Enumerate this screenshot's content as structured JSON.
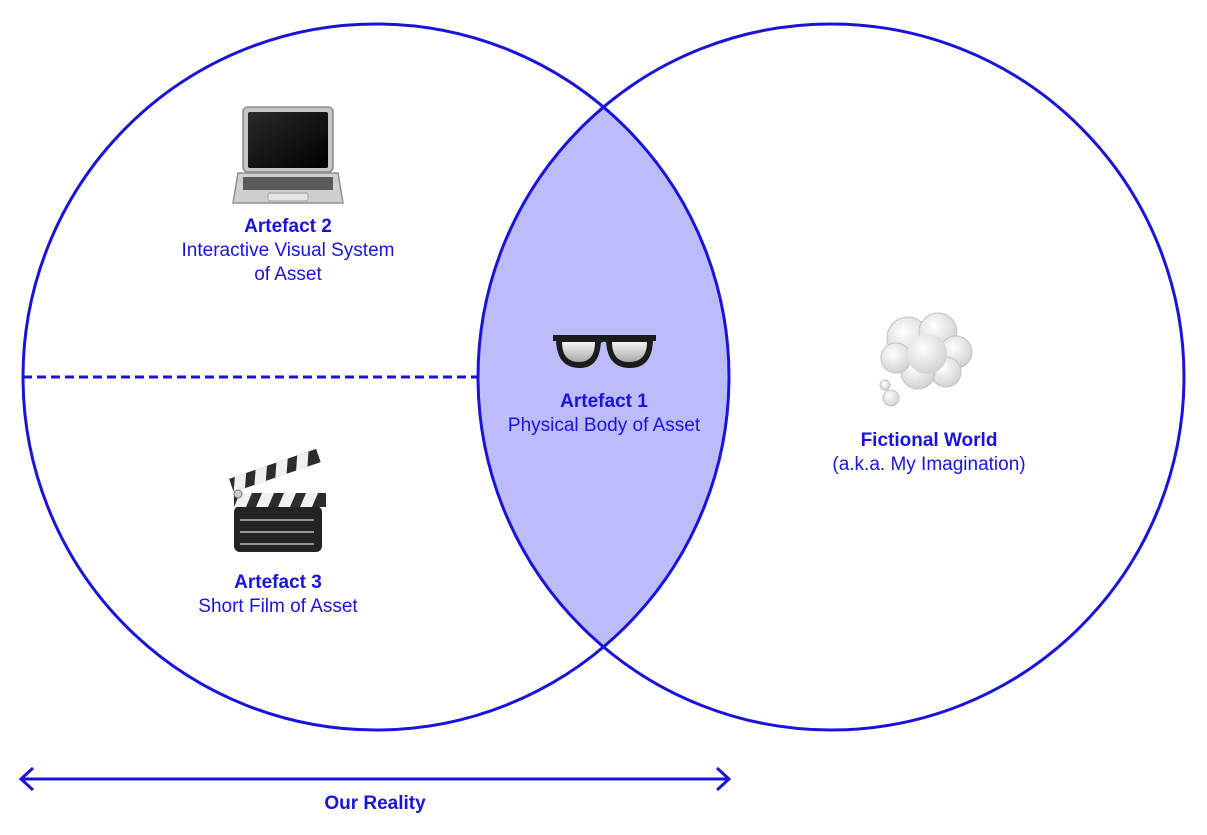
{
  "colors": {
    "stroke": "#1a14d8",
    "intersection_fill": "#bdbcfa",
    "text": "#1a14d8"
  },
  "sets": {
    "left": "our-reality",
    "right": "fictional-world"
  },
  "icons": {
    "artefact2": "laptop-icon",
    "artefact1": "sunglasses-icon",
    "artefact3": "clapperboard-icon",
    "fictional": "thought-cloud-icon"
  },
  "artefact2": {
    "title": "Artefact 2",
    "subtitle_line1": "Interactive Visual System",
    "subtitle_line2": "of Asset"
  },
  "artefact1": {
    "title": "Artefact 1",
    "subtitle": "Physical Body of Asset"
  },
  "artefact3": {
    "title": "Artefact 3",
    "subtitle": "Short Film of Asset"
  },
  "fictional": {
    "title": "Fictional World",
    "subtitle": "(a.k.a. My Imagination)"
  },
  "reality": {
    "label": "Our Reality"
  }
}
